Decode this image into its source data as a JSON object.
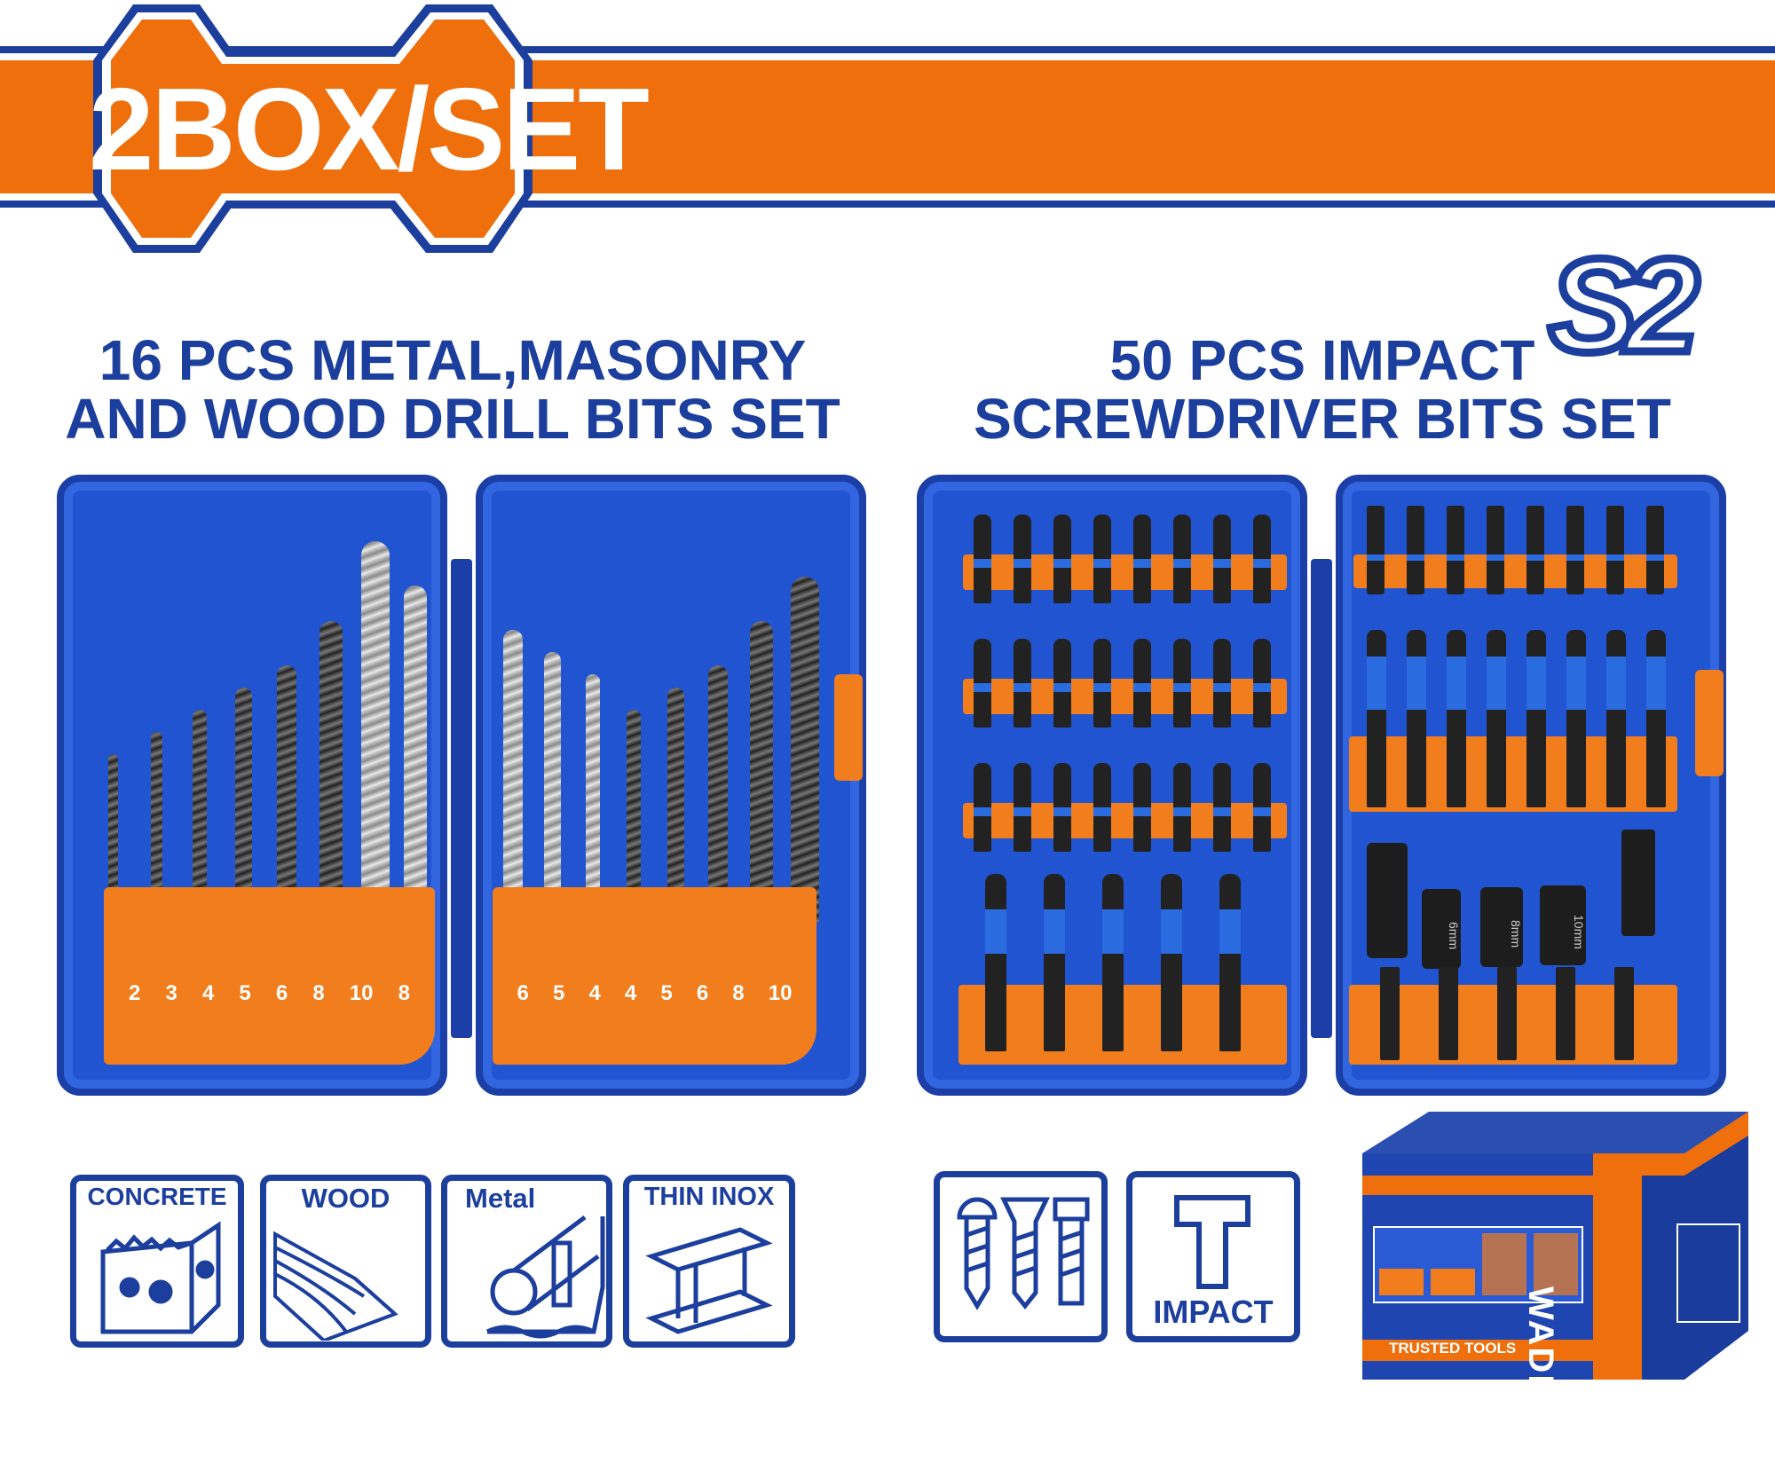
{
  "banner": {
    "title": "2BOX/SET"
  },
  "left_set": {
    "heading_line1": "16 PCS METAL,MASONRY",
    "heading_line2": "AND WOOD DRILL BITS SET",
    "case1_sizes": [
      "2",
      "3",
      "4",
      "5",
      "6",
      "8",
      "10",
      "8"
    ],
    "case2_sizes": [
      "6",
      "5",
      "4",
      "4",
      "5",
      "6",
      "8",
      "10"
    ]
  },
  "right_set": {
    "heading_line1": "50 PCS IMPACT",
    "heading_line2": "SCREWDRIVER BITS SET",
    "badge": "S2",
    "socket_sizes": [
      "6mm",
      "8mm",
      "10mm"
    ]
  },
  "material_icons": [
    {
      "label": "CONCRETE",
      "icon": "concrete-block-icon"
    },
    {
      "label": "WOOD",
      "icon": "wood-plank-icon"
    },
    {
      "label": "Metal",
      "icon": "metal-pipe-icon"
    },
    {
      "label": "THIN INOX",
      "icon": "steel-beam-icon"
    }
  ],
  "feature_icons": [
    {
      "label": "",
      "icon": "screws-icon"
    },
    {
      "label": "IMPACT",
      "icon": "impact-t-icon"
    }
  ],
  "package": {
    "brand": "WADFOW",
    "slogan": "TRUSTED TOOLS"
  },
  "colors": {
    "orange": "#ee6f0b",
    "blue": "#1c3f9e",
    "case_blue": "#2154d0"
  }
}
